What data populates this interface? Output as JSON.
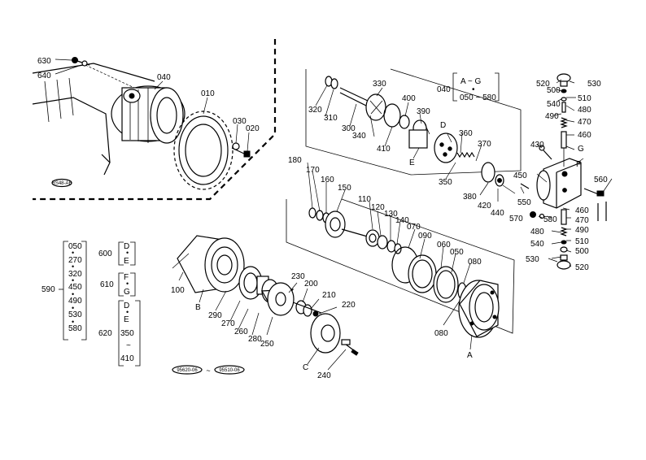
{
  "diagram": {
    "stamps": {
      "top_left": "RS48-AB",
      "bottom_left": "95620-06",
      "bottom_right": "95510-06",
      "tilde": "~"
    },
    "callouts": {
      "c630": "630",
      "c640": "640",
      "c040": "040",
      "c010": "010",
      "c030": "030",
      "c020": "020",
      "c320": "320",
      "c310": "310",
      "c330": "330",
      "c300": "300",
      "c340": "340",
      "c400": "400",
      "c390": "390",
      "c410": "410",
      "cD": "D",
      "cE": "E",
      "c360": "360",
      "c370": "370",
      "c350": "350",
      "c380": "380",
      "c420": "420",
      "c440": "440",
      "c450": "450",
      "c550": "550",
      "c430": "430",
      "cF": "F",
      "c560": "560",
      "c570": "570",
      "c580": "580",
      "c520a": "520",
      "c530a": "530",
      "c500a": "500",
      "c540a": "540",
      "c510a": "510",
      "c490a": "490",
      "c480a": "480",
      "c470a": "470",
      "c460a": "460",
      "cG": "G",
      "c460b": "460",
      "c470b": "470",
      "c480b": "480",
      "c490b": "490",
      "c540b": "540",
      "c510b": "510",
      "c500b": "500",
      "c530b": "530",
      "c520b": "520",
      "c180": "180",
      "c170": "170",
      "c160": "160",
      "c150": "150",
      "c110": "110",
      "c120": "120",
      "c130": "130",
      "c140": "140",
      "c070": "070",
      "c090": "090",
      "c060": "060",
      "c050": "050",
      "c080a": "080",
      "c080b": "080",
      "cA": "A",
      "c100": "100",
      "cB": "B",
      "c290": "290",
      "c270": "270",
      "c260": "260",
      "c280": "280",
      "c250": "250",
      "c230": "230",
      "c200": "200",
      "c210": "210",
      "c220": "220",
      "cC": "C",
      "c240": "240"
    },
    "ref_block": {
      "prefix": "040",
      "top": "A ~ G",
      "dot": "•",
      "bottom": "050 ~ 580"
    },
    "legend": {
      "g590": {
        "label": "590",
        "items": [
          "050",
          "270",
          "320",
          "450",
          "490",
          "530",
          "580"
        ]
      },
      "g600": {
        "label": "600",
        "items": [
          "D",
          "E"
        ]
      },
      "g610": {
        "label": "610",
        "items": [
          "F",
          "G"
        ]
      },
      "g620": {
        "label": "620",
        "items": [
          "D",
          "E",
          "350",
          "410"
        ]
      },
      "dot": "•",
      "tilde": "~"
    }
  }
}
